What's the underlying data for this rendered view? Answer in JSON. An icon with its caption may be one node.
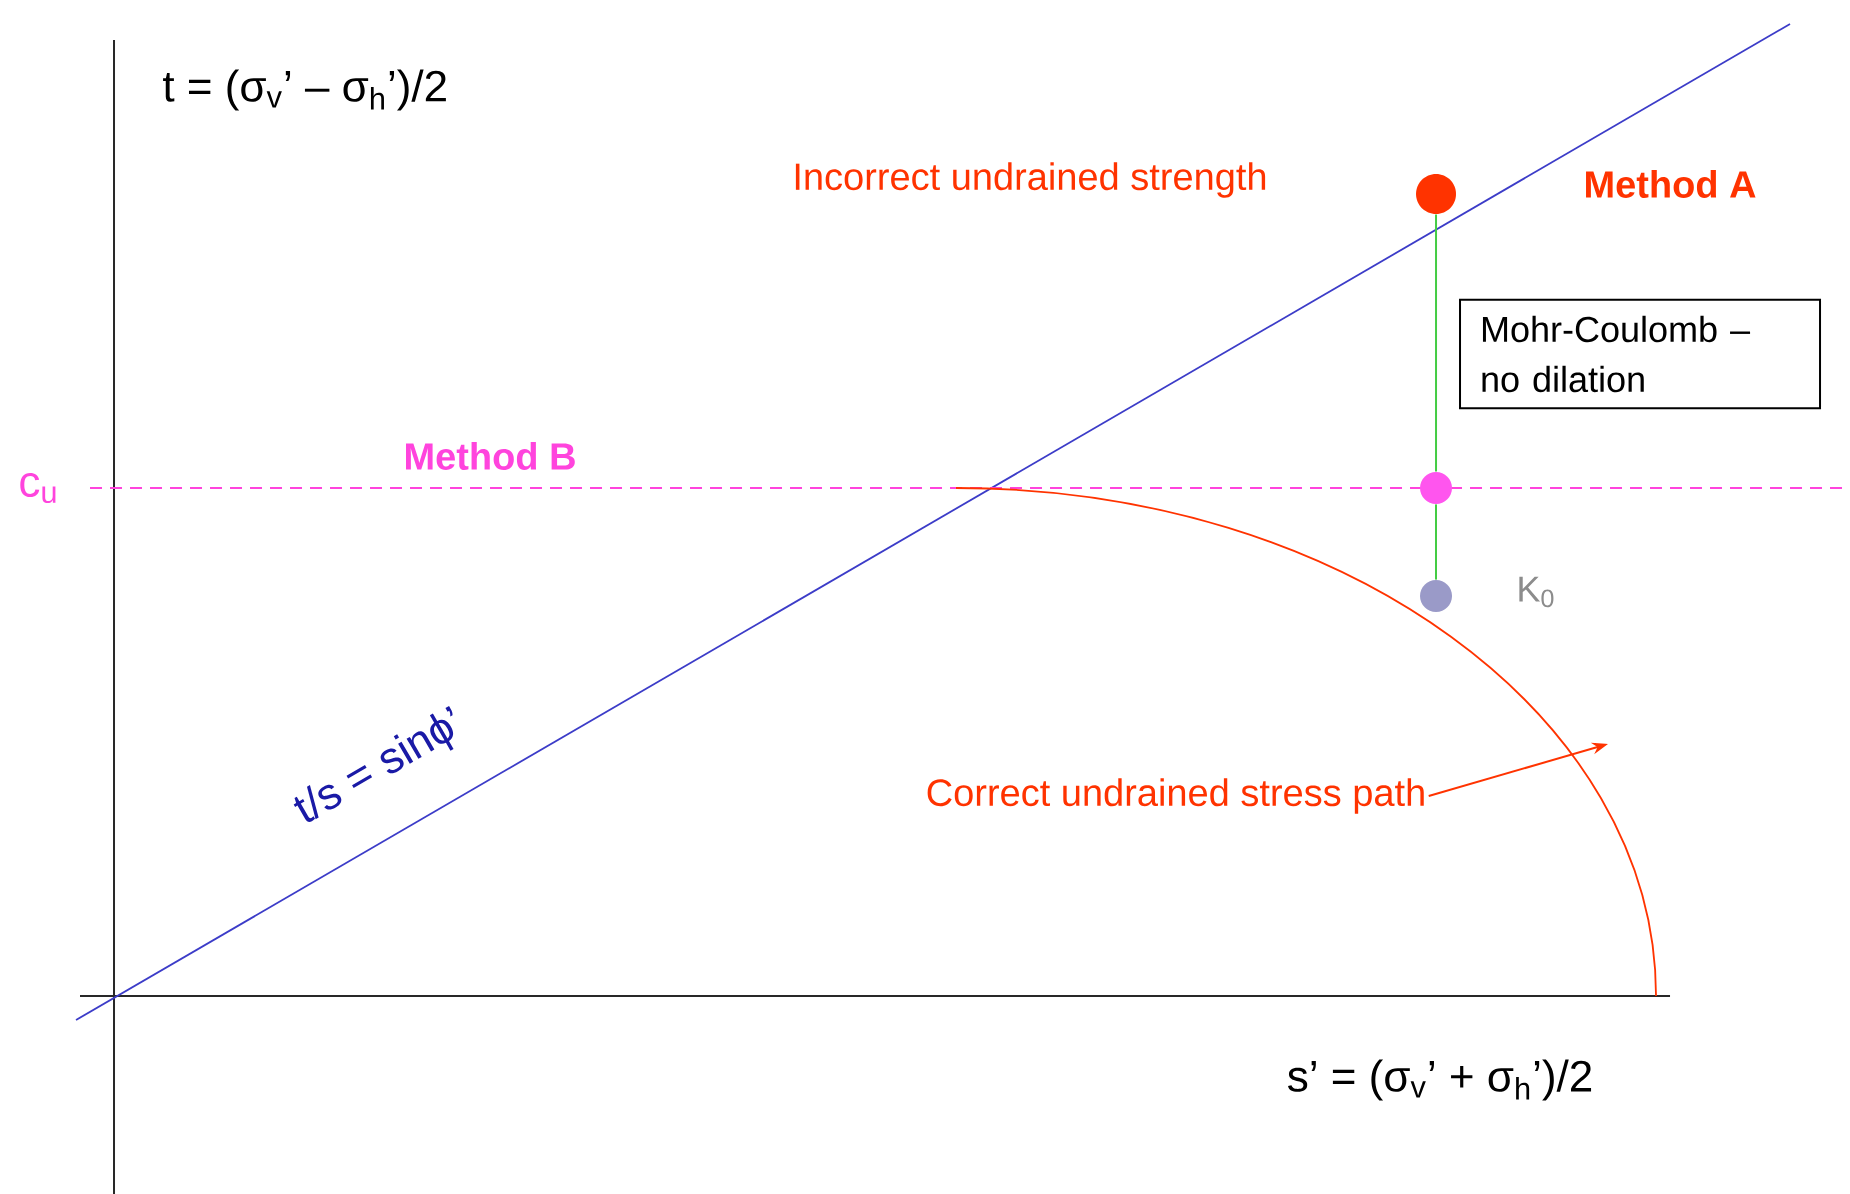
{
  "diagram": {
    "nodes": [
      {
        "text": [],
        "shape": "circle",
        "beside": [
          "Incorrect undrained strength",
          "Method A"
        ]
      },
      {
        "text": [],
        "shape": "circle"
      },
      {
        "text": [],
        "shape": "circle",
        "beside": [
          "K$_{0}$"
        ]
      },
      {
        "text": [
          "Mohr-Coulomb – no dilation"
        ]
      },
      {
        "text": [
          "Correct undrained stress path"
        ]
      }
    ],
    "edges": [
      {
        "from": 0,
        "to": 1,
        "arrow": "none",
        "color": "#44cc44"
      },
      {
        "from": 1,
        "to": 2,
        "arrow": "none",
        "color": "#44cc44"
      },
      {
        "from": 4,
        "to": null,
        "arrow": "to",
        "color": "#ff3300"
      }
    ],
    "labels": [
      "t = (σ$_{v}$’ – σ$_{h}$’)/2",
      "c$_{u}$",
      "Method B",
      "t/s = sinϕ’",
      "s’ = (σ$_{v}$’ + σ$_{h}$’)/2"
    ]
  }
}
